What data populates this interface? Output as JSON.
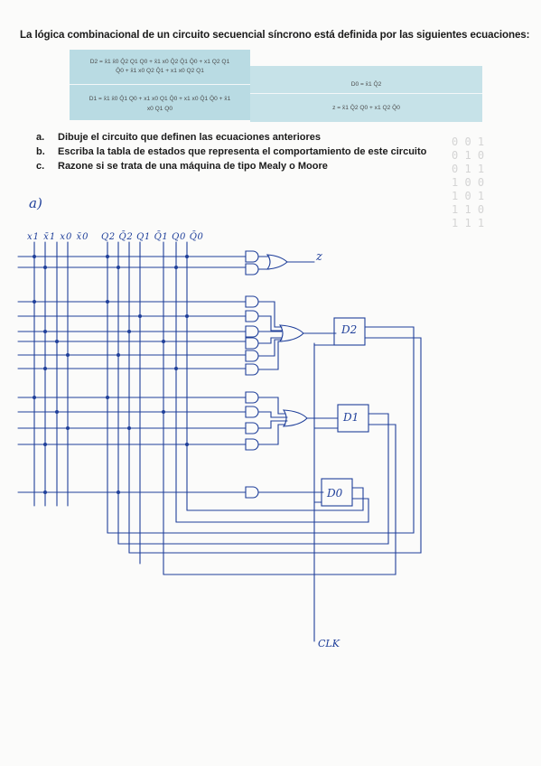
{
  "header": {
    "title": "La lógica combinacional de un circuito secuencial síncrono está definida por las siguientes ecuaciones:"
  },
  "equations": {
    "d2_line1": "D2 = x̄1 x̄0 Q̄2 Q1 Q0 + x̄1 x0 Q̄2 Q̄1 Q̄0 + x1 Q2 Q1",
    "d2_line2": "Q̄0 + x̄1 x0 Q2 Q̄1 + x1 x0 Q2 Q1",
    "d1_line1": "D1 = x̄1 x̄0 Q̄1 Q0 + x1 x0 Q1 Q̄0 + x1 x0 Q̄1 Q̄0 + x̄1",
    "d1_line2": "x0 Q1 Q0",
    "d0": "D0 = x̄1 Q̄2",
    "z": "z = x̄1 Q̄2 Q0 + x1 Q2 Q̄0"
  },
  "questions": [
    {
      "letter": "a.",
      "text": "Dibuje el circuito que definen las ecuaciones anteriores"
    },
    {
      "letter": "b.",
      "text": "Escriba la tabla de estados que representa el comportamiento de este circuito"
    },
    {
      "letter": "c.",
      "text": "Razone si se trata de una máquina de tipo Mealy o Moore"
    }
  ],
  "handwriting": {
    "part_label": "a)",
    "inputs_label": "x1 x̄1 x0 x̄0",
    "states_label": "Q2 Q̄2 Q1 Q̄1 Q0 Q̄0",
    "output_label": "z",
    "ff_d2": "D2",
    "ff_d1": "D1",
    "ff_d0": "D0",
    "clock_label": "CLK"
  },
  "colors": {
    "ink": "#1f3f9a",
    "highlight": "#b9dbe3",
    "text": "#1b1b1b"
  }
}
